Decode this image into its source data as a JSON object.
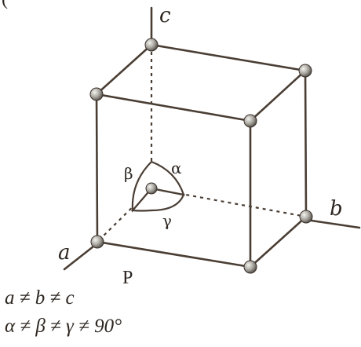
{
  "diagram": {
    "panel_marker": "(",
    "axes": {
      "a": "a",
      "b": "b",
      "c": "c"
    },
    "angles": {
      "alpha": "α",
      "beta": "β",
      "gamma": "γ"
    },
    "origin_label": "P",
    "conditions": {
      "axes": "a ≠ b ≠ c",
      "angles": "α ≠ β ≠ γ ≠ 90°"
    },
    "colors": {
      "line": "#4a3e34",
      "atom_light": "#e8e8e2",
      "atom_dark": "#5a5650"
    }
  }
}
